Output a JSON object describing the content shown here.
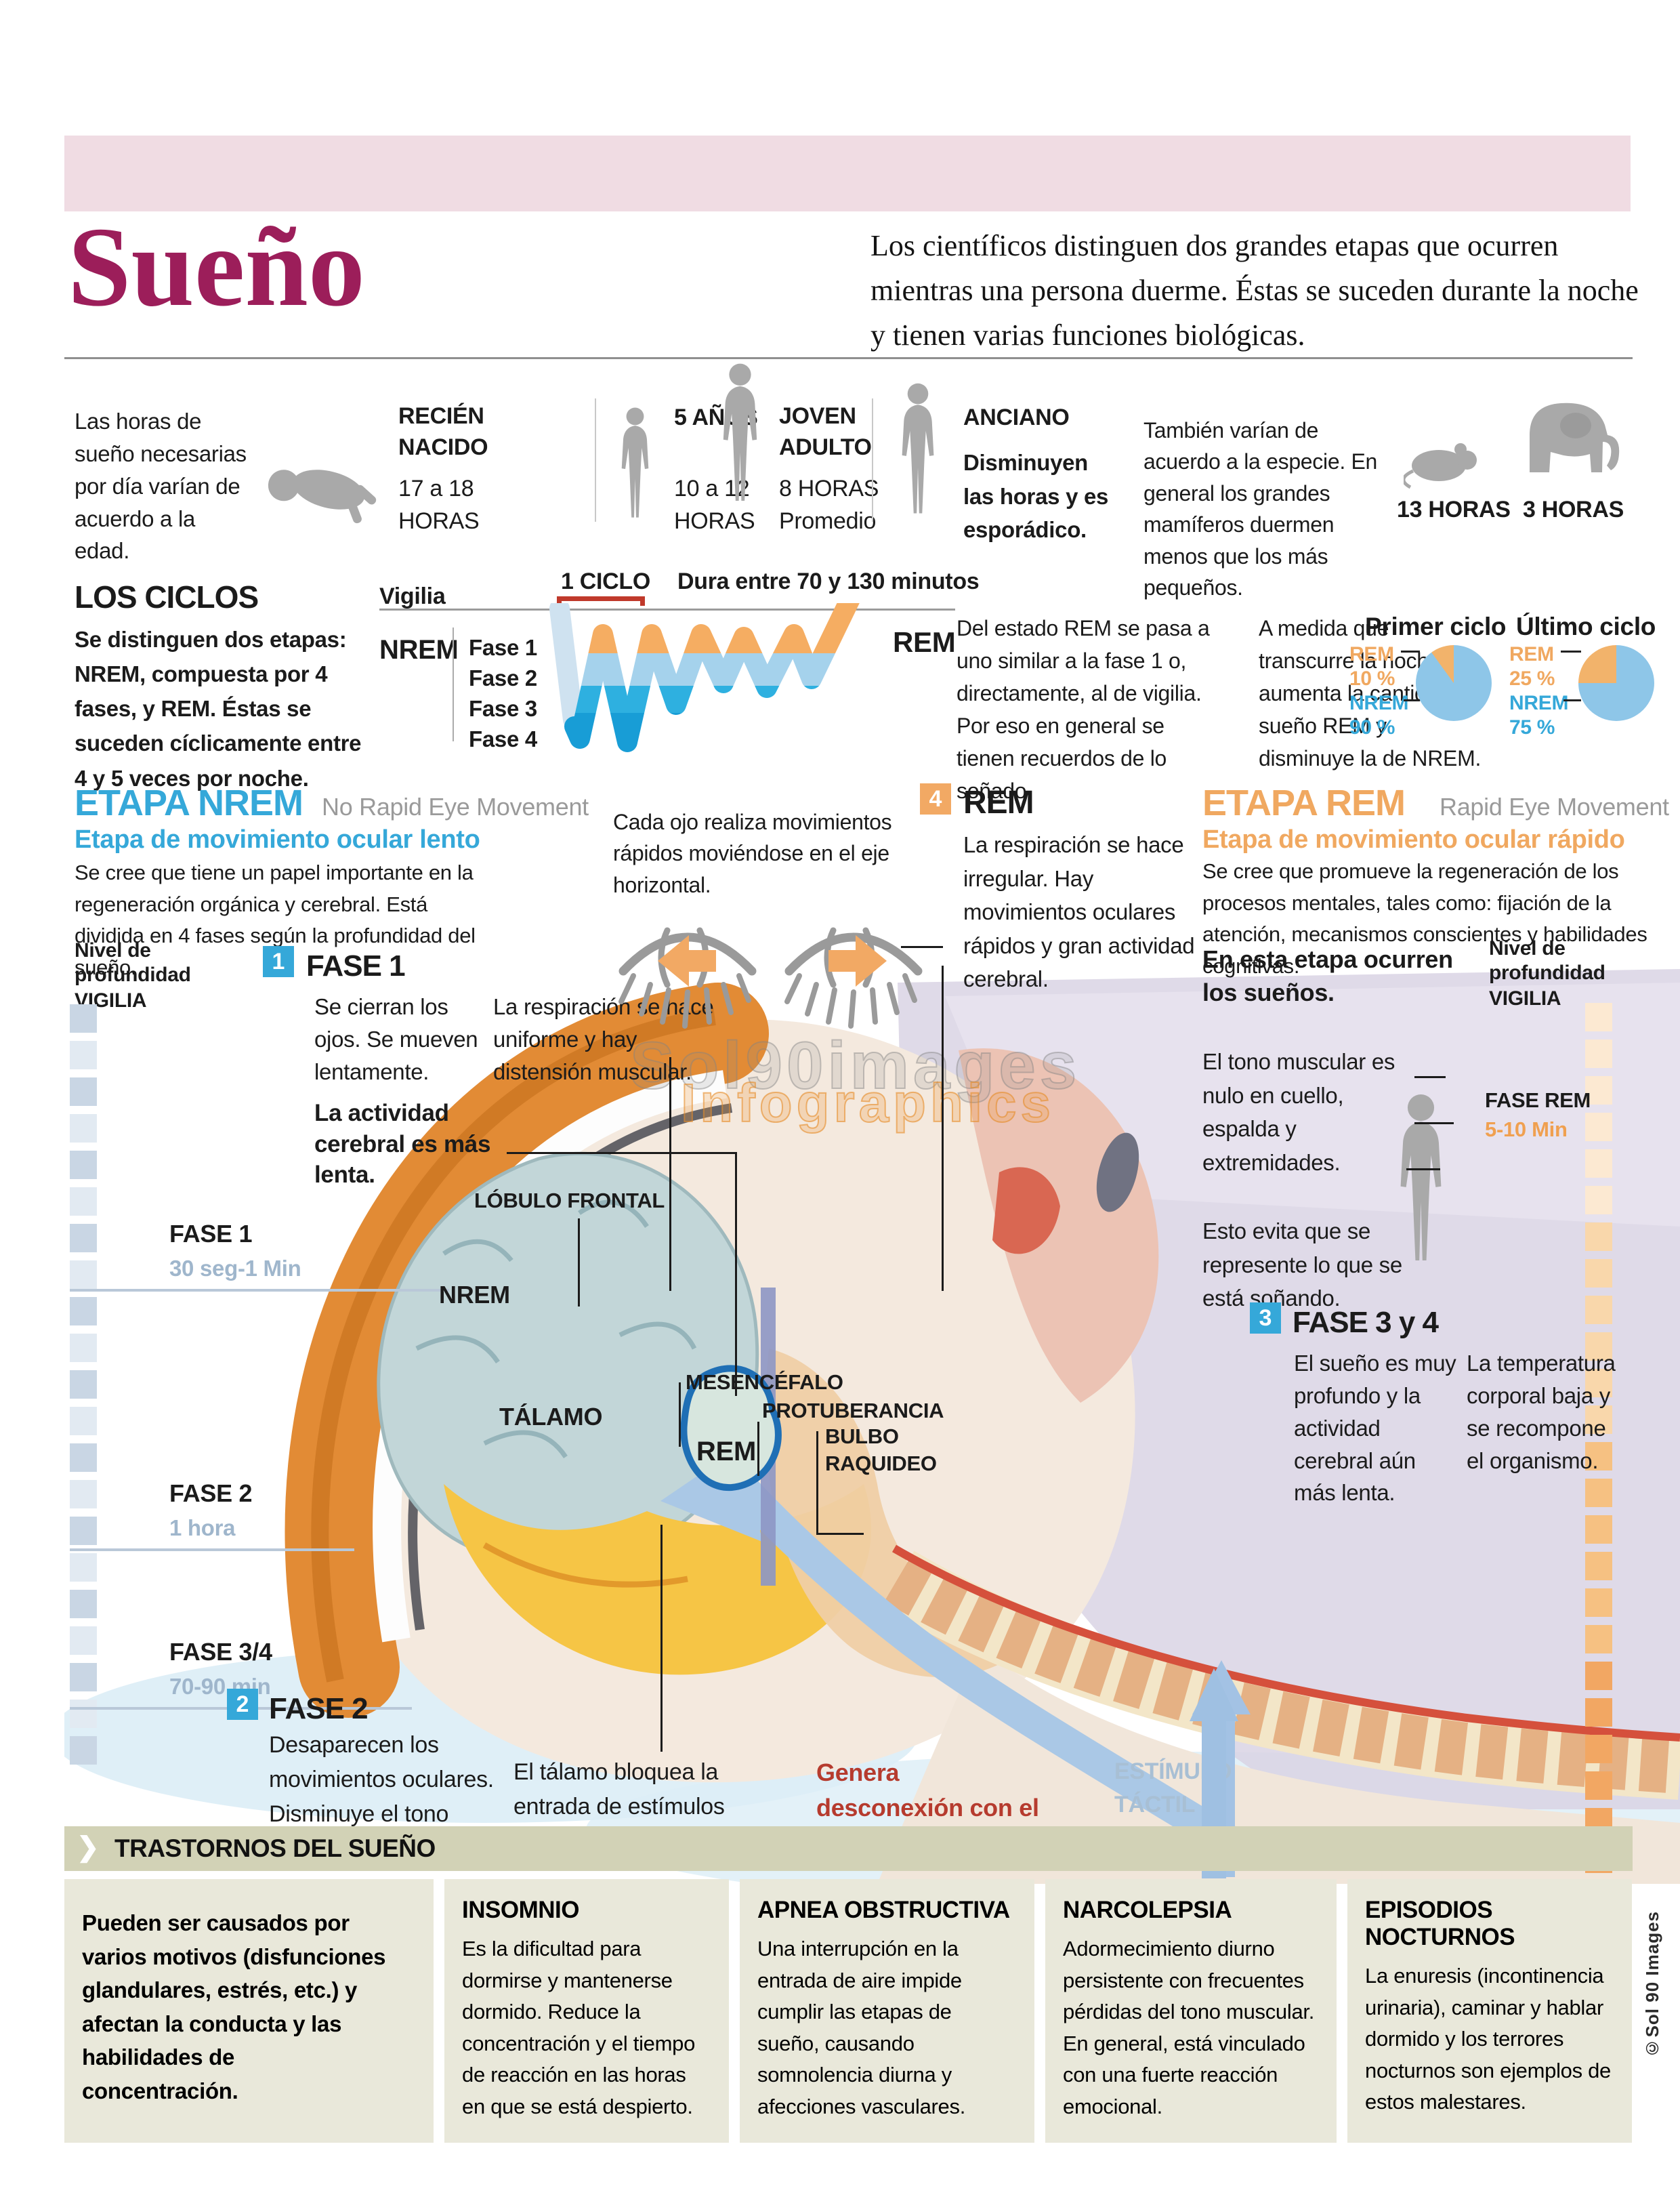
{
  "colors": {
    "title_magenta": "#9c1e5a",
    "pink_bar": "#f0dce3",
    "nrem_blue": "#35a8d9",
    "rem_orange": "#f0a860",
    "wave_orange": "#f5ad62",
    "wave_light_blue": "#a5d2ec",
    "wave_mid_blue": "#2eb0e0",
    "wave_dark_blue": "#189dd6",
    "pie_blue": "#8ec6e8",
    "pie_orange": "#f2b36b",
    "cycle_red": "#c0392b",
    "disconnect_red": "#b63b2e",
    "stimulus_blue": "#a8bfd4",
    "band_olive": "#d2d2b6",
    "panel_beige": "#e9e8da",
    "silhouette_gray": "#a9a9a9"
  },
  "header": {
    "title": "Sueño",
    "intro": "Los científicos distinguen dos grandes etapas que ocurren mientras una persona duerme. Éstas se suceden durante la noche y tienen varias funciones biológicas."
  },
  "ages": {
    "note": "Las horas de sueño necesarias por día varían de acuerdo a la edad.",
    "groups": [
      {
        "label": "RECIÉN NACIDO",
        "hours": "17 a 18 HORAS",
        "icon": "baby-icon"
      },
      {
        "label": "5 AÑOS",
        "hours": "10 a 12 HORAS",
        "icon": "child-icon"
      },
      {
        "label": "JOVEN ADULTO",
        "hours": "8 HORAS Promedio",
        "icon": "adult-icon"
      },
      {
        "label": "ANCIANO",
        "desc": "Disminuyen las horas y es esporádico.",
        "icon": "elderly-icon"
      }
    ],
    "species_note": "También varían de acuerdo a la especie. En general los grandes mamíferos duermen menos que los más pequeños.",
    "animals": [
      {
        "name": "mouse",
        "hours": "13 HORAS"
      },
      {
        "name": "elephant",
        "hours": "3 HORAS"
      }
    ]
  },
  "cycles": {
    "title": "LOS CICLOS",
    "text": "Se distinguen dos etapas: NREM, compuesta por 4 fases, y REM. Éstas se suceden cíclicamente entre 4 y 5 veces por noche.",
    "chart": {
      "vigilia": "Vigilia",
      "ciclo": "1 CICLO",
      "duracion": "Dura entre 70 y 130 minutos",
      "nrem": "NREM",
      "rem": "REM",
      "fases": [
        "Fase 1",
        "Fase 2",
        "Fase 3",
        "Fase 4"
      ]
    },
    "rem_transition": "Del estado REM se pasa a uno similar a la fase 1 o, directamente, al de vigilia. Por eso en general se tienen recuerdos de lo soñado.",
    "night_progress": "A medida que transcurre la noche aumenta la cantidad de sueño REM y disminuye la de NREM.",
    "pies": [
      {
        "title": "Primer ciclo",
        "rem_label": "REM",
        "rem_value": "10 %",
        "nrem_label": "NREM",
        "nrem_value": "90 %"
      },
      {
        "title": "Último ciclo",
        "rem_label": "REM",
        "rem_value": "25 %",
        "nrem_label": "NREM",
        "nrem_value": "75 %"
      }
    ]
  },
  "nrem": {
    "heading": "ETAPA NREM",
    "subheading": "No Rapid Eye Movement",
    "tagline": "Etapa de movimiento ocular lento",
    "body": "Se cree que tiene un papel importante en la regeneración orgánica y cerebral. Está dividida en 4 fases según la profundidad del sueño."
  },
  "rem": {
    "heading": "ETAPA REM",
    "subheading": "Rapid Eye Movement",
    "tagline": "Etapa de movimiento ocular rápido",
    "body": "Se cree que promueve la regeneración de los procesos mentales, tales como: fijación de la atención, mecanismos conscientes y habilidades cognitivas.",
    "dreams": "En esta etapa ocurren los sueños.",
    "muscle": "El tono muscular es nulo en cuello, espalda y extremidades.",
    "prevent": "Esto evita que se represente lo que se está soñando."
  },
  "depth_left": {
    "title": "Nivel de profundidad",
    "vigilia": "VIGILIA",
    "items": [
      {
        "label": "FASE 1",
        "duration": "30 seg-1 Min"
      },
      {
        "label": "FASE 2",
        "duration": "1 hora"
      },
      {
        "label": "FASE 3/4",
        "duration": "70-90 min"
      }
    ]
  },
  "depth_right": {
    "title": "Nivel de profundidad",
    "vigilia": "VIGILIA",
    "fase": "FASE REM",
    "duration": "5-10 Min"
  },
  "phases": {
    "fase1": {
      "num": "1",
      "title": "FASE 1",
      "eyes": "Se cierran los ojos. Se mueven lentamente.",
      "breathing": "La respiración se hace uniforme y hay distensión muscular.",
      "brain": "La actividad cerebral es más lenta."
    },
    "eyes_note": "Cada ojo realiza movimientos rápidos moviéndose en el eje horizontal.",
    "rem4": {
      "num": "4",
      "title": "REM",
      "body": "La respiración se hace irregular. Hay movimientos oculares rápidos y gran actividad cerebral."
    },
    "fase34": {
      "num": "3",
      "title": "FASE 3 y 4",
      "deep": "El sueño es muy profundo y la actividad cerebral aún más lenta.",
      "temp": "La temperatura corporal baja y se recompone el organismo."
    },
    "fase2": {
      "num": "2",
      "title": "FASE 2",
      "body": "Desaparecen los movimientos oculares. Disminuye el tono muscular.",
      "thalamus": "El tálamo bloquea la entrada de estímulos sensoriales.",
      "disconnect": "Genera desconexión con el entorno",
      "stimulus": "ESTÍMULO TÁCTIL"
    }
  },
  "brain_labels": {
    "lobulo": "LÓBULO FRONTAL",
    "nrem": "NREM",
    "talamo": "TÁLAMO",
    "mesencefalo": "MESENCÉFALO",
    "protuberancia": "PROTUBERANCIA",
    "rem": "REM",
    "bulbo": "BULBO RAQUIDEO"
  },
  "disorders": {
    "band_title": "TRASTORNOS DEL SUEÑO",
    "intro": "Pueden ser causados por varios motivos (disfunciones glandulares, estrés, etc.) y afectan la conducta y las habilidades de concentración.",
    "items": [
      {
        "title": "INSOMNIO",
        "body": "Es la dificultad para dormirse y mantenerse dormido. Reduce la concentración y el tiempo de reacción en las horas en que se está despierto."
      },
      {
        "title": "APNEA OBSTRUCTIVA",
        "body": "Una interrupción en la entrada de aire impide cumplir las etapas de sueño, causando somnolencia diurna y afecciones vasculares."
      },
      {
        "title": "NARCOLEPSIA",
        "body": "Adormecimiento diurno persistente con frecuentes pérdidas del tono muscular. En general, está vinculado con una fuerte reacción emocional."
      },
      {
        "title": "EPISODIOS NOCTURNOS",
        "body": "La enuresis (incontinencia urinaria), caminar y hablar dormido y los terrores nocturnos son ejemplos de estos malestares."
      }
    ]
  },
  "watermark": {
    "line1": "Sol90images",
    "line2": "Infographics"
  },
  "credit": "©Sol 90 Images",
  "chart_data": [
    {
      "type": "line",
      "title": "LOS CICLOS — hipnograma del sueño",
      "x_label": "1 CICLO — Dura entre 70 y 130 minutos",
      "y_levels": [
        "Vigilia",
        "Fase 1 (REM)",
        "Fase 2",
        "Fase 3",
        "Fase 4"
      ],
      "sequence": [
        "Vigilia",
        "Fase 4",
        "REM",
        "Fase 4",
        "REM",
        "Fase 3",
        "REM",
        "Fase 2",
        "REM",
        "Fase 2",
        "REM",
        "Vigilia"
      ],
      "annotations": {
        "rem_peaks_level": "Fase 1",
        "cycles_per_night": "4 y 5 veces por noche"
      },
      "legend_position": "right"
    },
    {
      "type": "pie",
      "title": "Primer ciclo",
      "categories": [
        "REM",
        "NREM"
      ],
      "values": [
        10,
        90
      ],
      "colors": [
        "#f2b36b",
        "#8ec6e8"
      ]
    },
    {
      "type": "pie",
      "title": "Último ciclo",
      "categories": [
        "REM",
        "NREM"
      ],
      "values": [
        25,
        75
      ],
      "colors": [
        "#f2b36b",
        "#8ec6e8"
      ]
    }
  ]
}
